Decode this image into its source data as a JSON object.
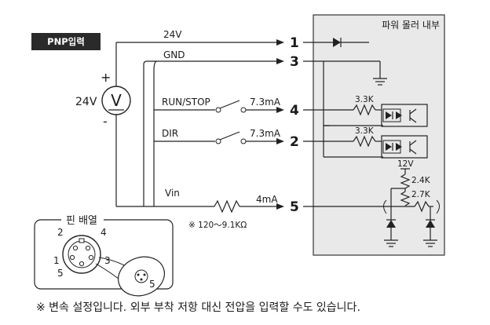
{
  "badge": "PNP입력",
  "supply": {
    "voltage": "24V",
    "plus": "+",
    "minus": "-",
    "symbol": "V"
  },
  "wires": {
    "w24v": "24V",
    "gnd": "GND",
    "runstop": "RUN/STOP",
    "runstop_current": "7.3mA",
    "dir": "DIR",
    "dir_current": "7.3mA",
    "vin": "Vin",
    "vin_current": "4mA",
    "resistor_note": "※ 120～9.1KΩ"
  },
  "pins": {
    "p1": "1",
    "p3": "3",
    "p4": "4",
    "p2": "2",
    "p5": "5"
  },
  "inside": {
    "title": "파워 몰러 내부",
    "r1": "3.3K",
    "r2": "3.3K",
    "v12": "12V",
    "r3": "2.4K",
    "r4": "2.7K"
  },
  "pinout": {
    "title": "핀 배열",
    "n2": "2",
    "n4": "4",
    "n1": "1",
    "n3": "3",
    "n5a": "5",
    "n5b": "5"
  },
  "footnote": "※ 변속 설정입니다. 외부 부착 저항 대신 전압을 입력할 수도 있습니다."
}
